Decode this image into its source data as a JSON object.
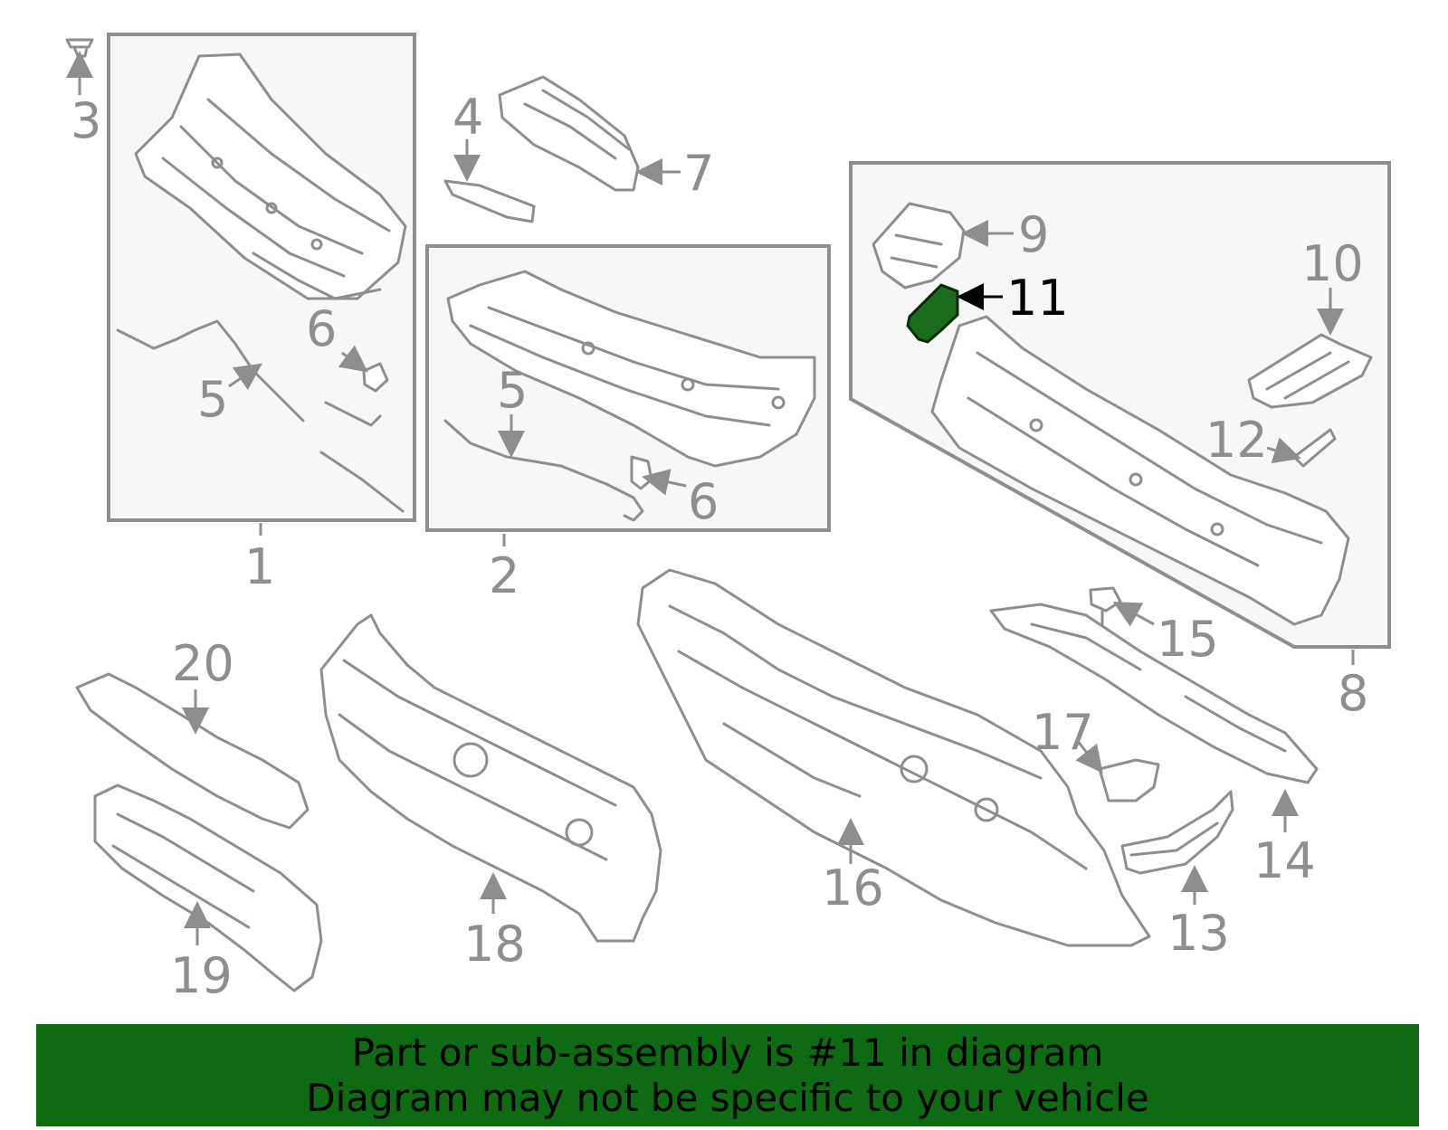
{
  "callouts": {
    "c1": "1",
    "c2": "2",
    "c3": "3",
    "c4": "4",
    "c5a": "5",
    "c5b": "5",
    "c6a": "6",
    "c6b": "6",
    "c7": "7",
    "c8": "8",
    "c9": "9",
    "c10": "10",
    "c11": "11",
    "c12": "12",
    "c13": "13",
    "c14": "14",
    "c15": "15",
    "c16": "16",
    "c17": "17",
    "c18": "18",
    "c19": "19",
    "c20": "20"
  },
  "highlight_part": "11",
  "colors": {
    "banner_bg": "#0e6b14",
    "highlight_fill": "#1a6b1a",
    "line_gray": "#8e8e8e"
  },
  "banner": {
    "line1": "Part or sub-assembly is #11 in diagram",
    "line2": "Diagram may not be specific to your vehicle"
  }
}
